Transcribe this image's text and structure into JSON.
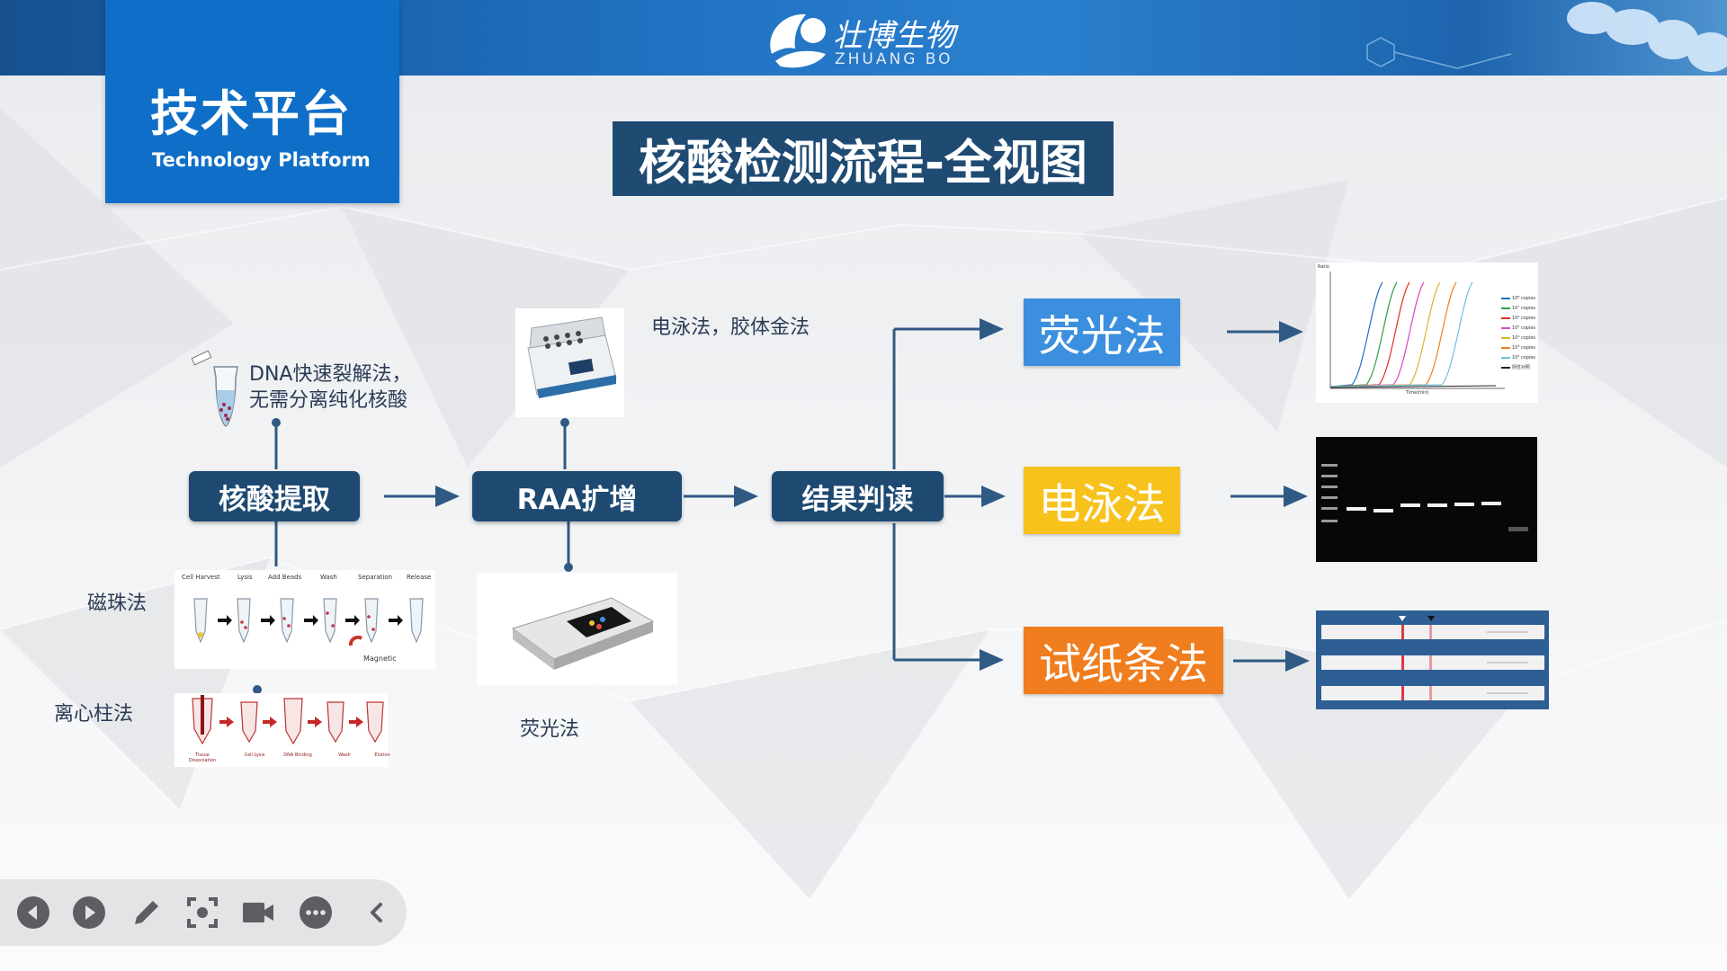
{
  "brand": {
    "name_cn": "壮博生物",
    "name_en": "ZHUANG BO"
  },
  "platform": {
    "title_cn": "技术平台",
    "title_en": "Technology Platform"
  },
  "slide_title": "核酸检测流程-全视图",
  "steps": {
    "extraction": "核酸提取",
    "amplification": "RAA扩增",
    "result": "结果判读"
  },
  "methods": {
    "fluorescence": "荧光法",
    "electrophoresis": "电泳法",
    "strip": "试纸条法"
  },
  "notes": {
    "dna_fast": "DNA快速裂解法，无需分离纯化核酸",
    "magnetic": "磁珠法",
    "column": "离心柱法",
    "electro_gold": "电泳法，胶体金法",
    "fluor": "荧光法"
  },
  "magnetic_steps": [
    "Cell Harvest",
    "Lysis",
    "Add Beads",
    "Wash",
    "Separation",
    "Release"
  ],
  "magnetic_sub": "Magnetic",
  "column_steps": [
    "Tissue Dissociation",
    "Cell Lysis",
    "DNA Binding",
    "Wash",
    "Elution"
  ],
  "curve_legend": [
    "10⁸ copies",
    "10⁷ copies",
    "10⁶ copies",
    "10⁵ copies",
    "10⁴ copies",
    "10³ copies",
    "10² copies",
    "阴性对照"
  ],
  "curve_axis_x": "Time(min)",
  "curve_axis_y": "Ratio",
  "colors": {
    "navy": "#1e4a72",
    "blue_box": "#3b8fde",
    "yellow_box": "#f7c21b",
    "orange_box": "#f07d1e",
    "connector": "#2f5a84",
    "topbar": "#1f6fbf"
  },
  "toolbar": [
    "prev-icon",
    "play-icon",
    "pen-icon",
    "screenshot-icon",
    "camera-icon",
    "more-icon",
    "collapse-icon"
  ]
}
